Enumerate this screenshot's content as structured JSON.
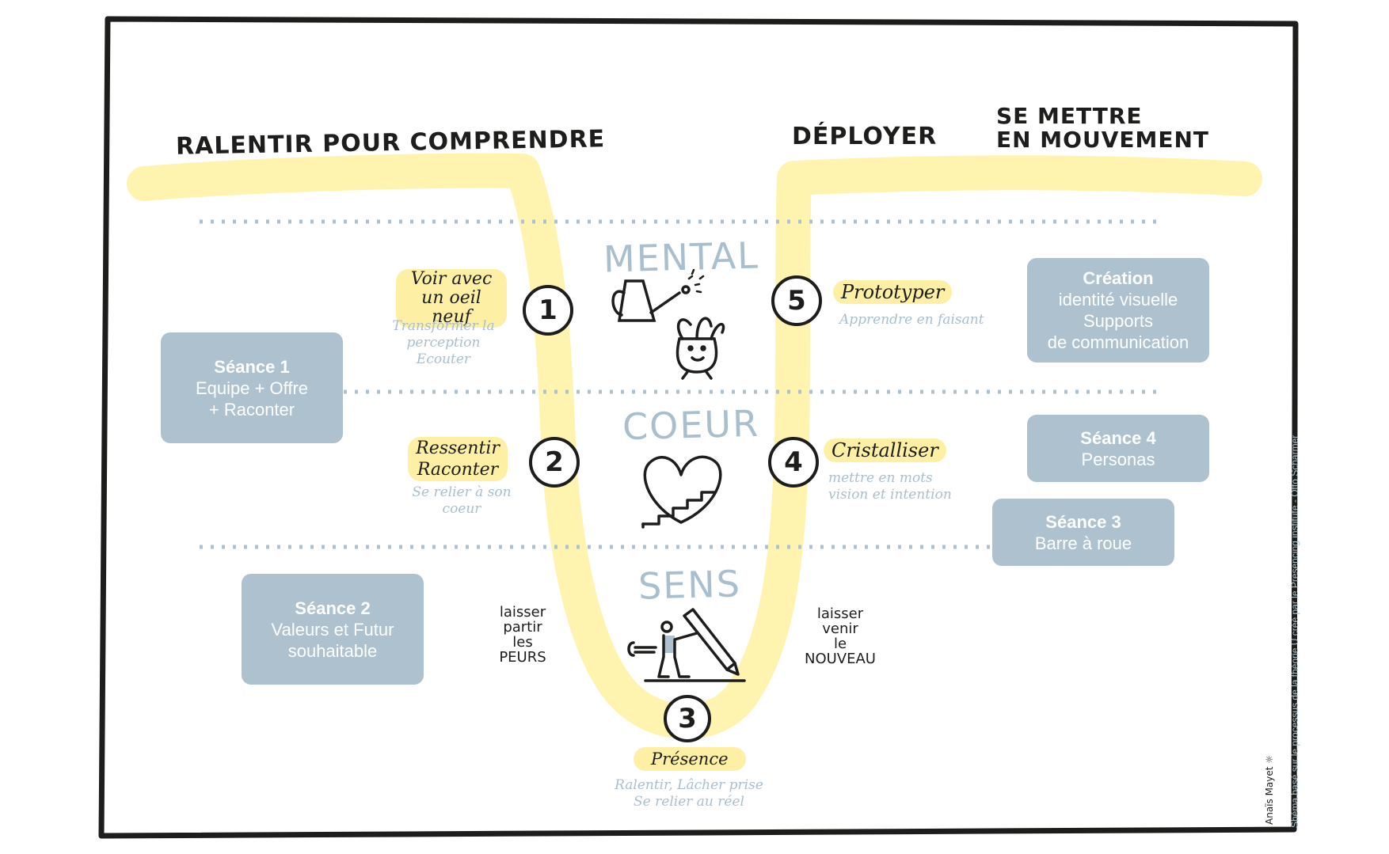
{
  "headings": {
    "left": "Ralentir pour comprendre",
    "middle_right": "Déployer",
    "right_line1": "Se mettre",
    "right_line2": "en mouvement"
  },
  "levels": {
    "mental": "Mental",
    "coeur": "Coeur",
    "sens": "Sens"
  },
  "steps": [
    {
      "number": "1",
      "label_lines": [
        "Voir avec",
        "un oeil neuf"
      ],
      "sub_lines": [
        "Transformer la perception",
        "Ecouter"
      ]
    },
    {
      "number": "2",
      "label_lines": [
        "Ressentir",
        "Raconter"
      ],
      "sub_lines": [
        "Se relier à son coeur"
      ]
    },
    {
      "number": "3",
      "label_lines": [
        "Présence"
      ],
      "sub_lines": [
        "Ralentir, Lâcher prise",
        "Se relier au réel"
      ]
    },
    {
      "number": "4",
      "label_lines": [
        "Cristalliser"
      ],
      "sub_lines": [
        "mettre en mots",
        "vision et intention"
      ]
    },
    {
      "number": "5",
      "label_lines": [
        "Prototyper"
      ],
      "sub_lines": [
        "Apprendre en faisant"
      ]
    }
  ],
  "notes": {
    "left": [
      "laisser",
      "partir",
      "les",
      "peurs"
    ],
    "right": [
      "laisser",
      "venir",
      "le",
      "nouveau"
    ]
  },
  "sessions": [
    {
      "title": "Séance 1",
      "lines": [
        "Equipe + Offre",
        "+ Raconter"
      ]
    },
    {
      "title": "Séance 2",
      "lines": [
        "Valeurs et Futur",
        "souhaitable"
      ]
    },
    {
      "title": "Séance 3",
      "lines": [
        "Barre à roue"
      ]
    },
    {
      "title": "Séance 4",
      "lines": [
        "Personas"
      ]
    },
    {
      "title": "Création",
      "lines": [
        "identité visuelle",
        "Supports",
        "de communication"
      ]
    }
  ],
  "credits": {
    "author": "Anaïs Mayet",
    "source": "Shéma basé sur le processus de la théorie U créé par le  Presencing institute - Otto Scharmer"
  },
  "colors": {
    "highlight": "#fdf0a4",
    "u_stroke": "#fff3b0",
    "accent_blue": "#adc2ce",
    "ink": "#1d1d1b"
  }
}
